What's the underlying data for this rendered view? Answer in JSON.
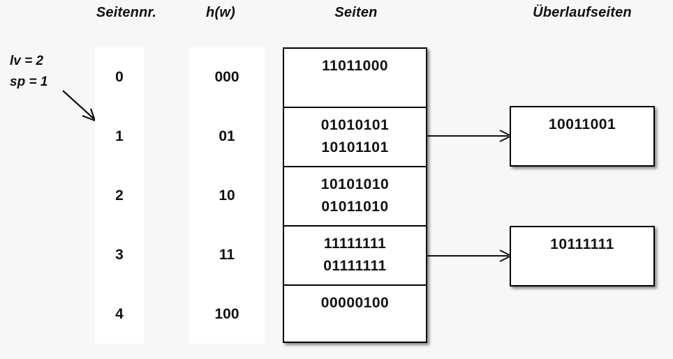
{
  "headers": {
    "seitennr": "Seitennr.",
    "hw": "h(w)",
    "seiten": "Seiten",
    "ueberlaufseiten": "Überlaufseiten"
  },
  "params": {
    "lv": "lv = 2",
    "sp": "sp = 1"
  },
  "columns": {
    "seitennr": [
      "0",
      "1",
      "2",
      "3",
      "4"
    ],
    "hw": [
      "000",
      "01",
      "10",
      "11",
      "100"
    ]
  },
  "pages": [
    {
      "lines": [
        "11011000"
      ]
    },
    {
      "lines": [
        "01010101",
        "10101101"
      ]
    },
    {
      "lines": [
        "10101010",
        "01011010"
      ]
    },
    {
      "lines": [
        "11111111",
        "01111111"
      ]
    },
    {
      "lines": [
        "00000100"
      ]
    }
  ],
  "overflow_pages": [
    {
      "value": "10011001"
    },
    {
      "value": "10111111"
    }
  ],
  "icons": {
    "pointer_arrow": "sp-pointer-arrow",
    "connector_arrow": "overflow-connector-arrow"
  },
  "colors": {
    "background": "#f7f7f7",
    "box_fill": "#ffffff",
    "stroke": "#000000",
    "text": "#111111"
  }
}
